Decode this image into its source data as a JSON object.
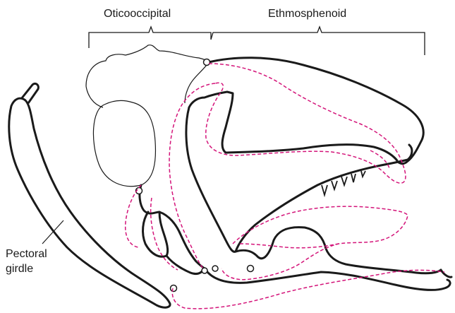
{
  "labels": {
    "oticooccipital": "Oticooccipital",
    "ethmosphenoid": "Ethmosphenoid",
    "pectoral_line1": "Pectoral",
    "pectoral_line2": "girdle"
  },
  "colors": {
    "outline": "#1a1a1a",
    "dashed": "#d4157a",
    "background": "#ffffff"
  }
}
